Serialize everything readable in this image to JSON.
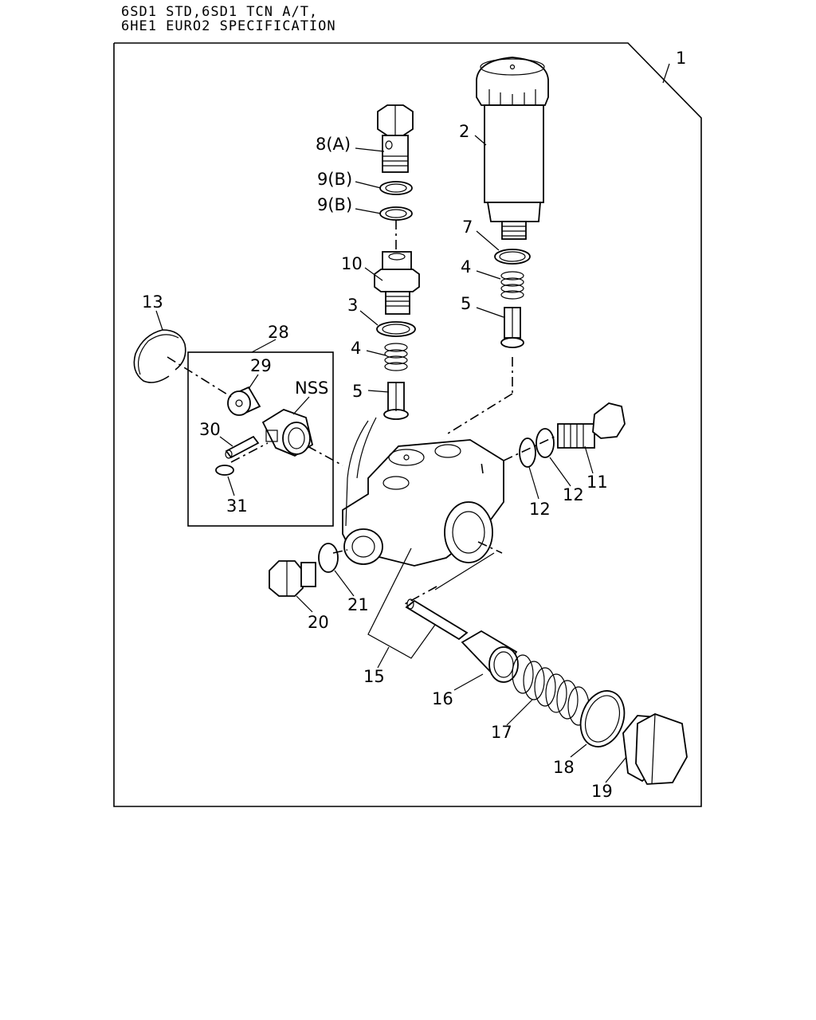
{
  "header": {
    "line1": "6SD1 STD,6SD1 TCN A/T,",
    "line2": "6HE1 EURO2 SPECIFICATION"
  },
  "callouts": {
    "c1": "1",
    "c2": "2",
    "c8": "8(A)",
    "c9a": "9(B)",
    "c9b": "9(B)",
    "c7": "7",
    "c10": "10",
    "c4a": "4",
    "c5a": "5",
    "c3": "3",
    "c4b": "4",
    "c5b": "5",
    "c13": "13",
    "c28": "28",
    "c29": "29",
    "cnss": "NSS",
    "c30": "30",
    "c31": "31",
    "c11": "11",
    "c12a": "12",
    "c12b": "12",
    "c21": "21",
    "c20": "20",
    "c15": "15",
    "c16": "16",
    "c17": "17",
    "c18": "18",
    "c19": "19"
  }
}
